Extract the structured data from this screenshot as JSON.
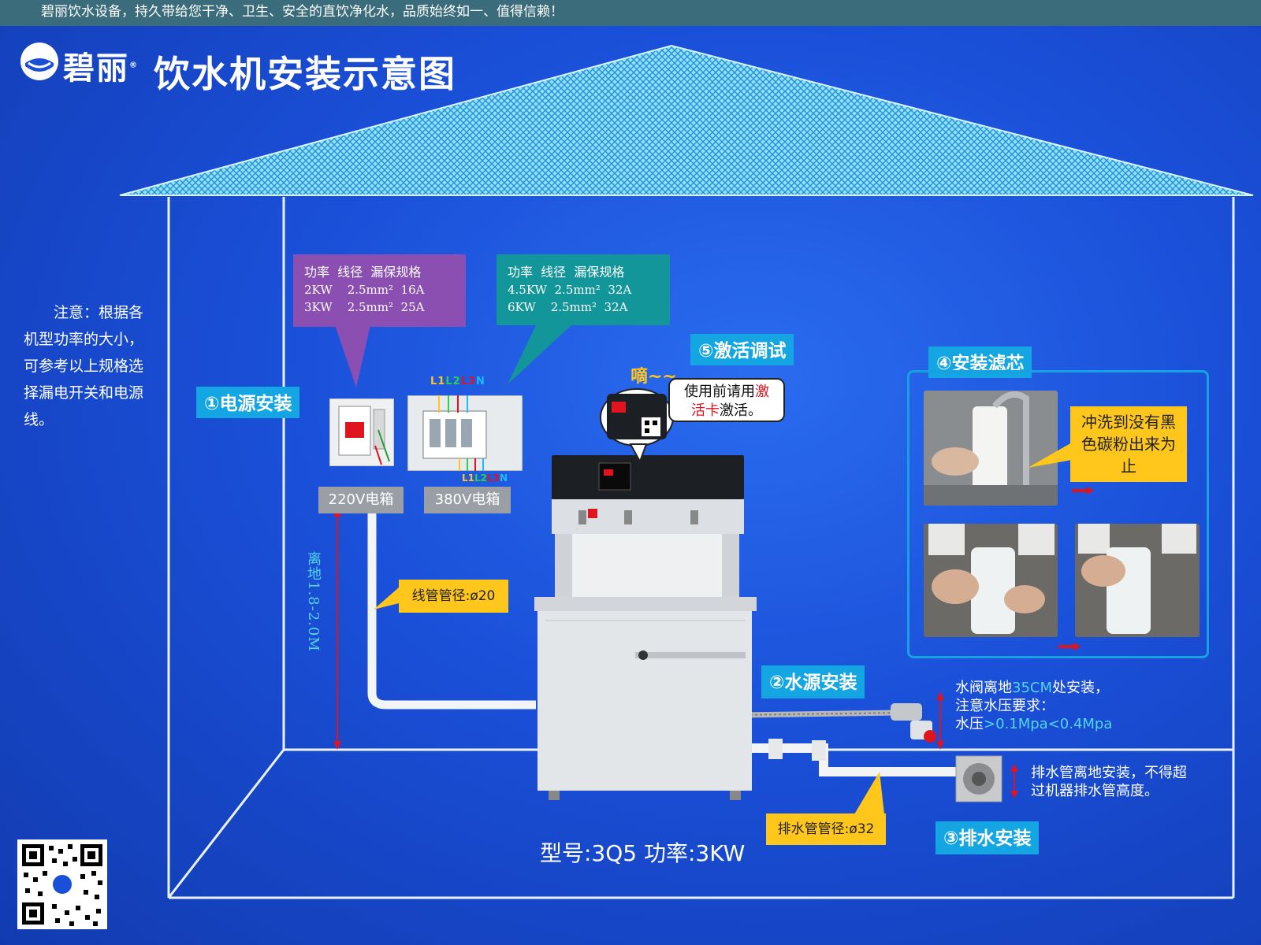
{
  "header": {
    "slogan": "碧丽饮水设备，持久带给您干净、卫生、安全的直饮净化水，品质始终如一、值得信赖！"
  },
  "brand": {
    "name": "碧丽",
    "trademark": "®"
  },
  "page_title": "饮水机安装示意图",
  "note": "注意：根据各机型功率的大小，可参考以上规格选择漏电开关和电源线。",
  "steps": {
    "power": "①电源安装",
    "water": "②水源安装",
    "drain": "③排水安装",
    "filter": "④安装滤芯",
    "activate": "⑤激活调试"
  },
  "spec_220": {
    "header": "功率  线径  漏保规格",
    "rows": [
      "2KW    2.5mm²  16A",
      "3KW    2.5mm²  25A"
    ]
  },
  "spec_380": {
    "header": "功率  线径  漏保规格",
    "rows": [
      "4.5KW  2.5mm²  32A",
      "6KW    2.5mm²  32A"
    ]
  },
  "phase_top": [
    "L1",
    "L2",
    "L3",
    "N"
  ],
  "phase_bottom": [
    "L1",
    "L2",
    "L3",
    "N"
  ],
  "box_220": "220V电箱",
  "box_380": "380V电箱",
  "height_label": "离地1.8-2.0M",
  "conduit": "线管管径:ø20",
  "drain_pipe": "排水管管径:ø32",
  "beep": "嘀~~",
  "activate_callout": {
    "line1_a": "使用前请用",
    "line1_b": "激",
    "line2_a": "活卡",
    "line2_b": "激活。"
  },
  "flush_note": "冲洗到没有黑色碳粉出来为止",
  "valve_note": {
    "line1_a": "水阀离地",
    "line1_b": "35CM",
    "line1_c": "处安装，",
    "line2": "注意水压要求：",
    "line3_a": "水压",
    "line3_b": ">0.1Mpa<0.4Mpa"
  },
  "drain_note": {
    "line1": "排水管离地安装，不得超",
    "line2": "过机器排水管高度。"
  },
  "model": "型号:3Q5 功率:3KW",
  "colors": {
    "tag_blue": "#14a5e3",
    "purple": "#8a4fb0",
    "teal": "#13969a",
    "yellow": "#ffc61b",
    "red": "#e0141e"
  }
}
